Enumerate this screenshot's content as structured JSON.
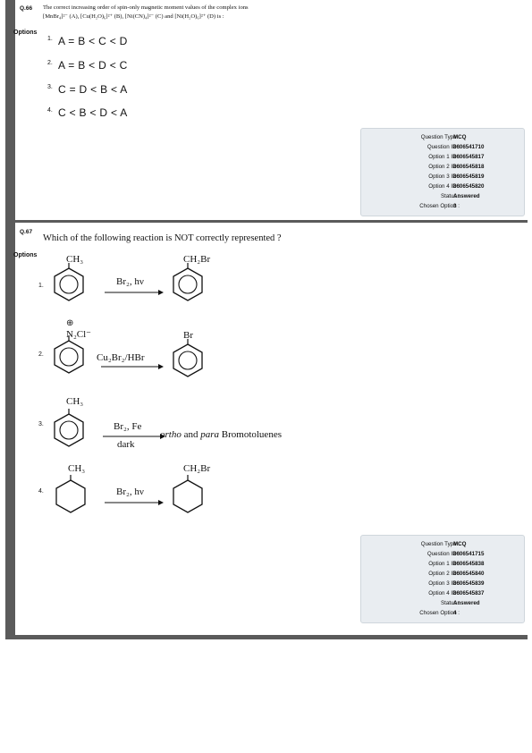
{
  "q66": {
    "number": "Q.66",
    "text_line1": "The correct increasing order of spin-only magnetic moment values of the complex ions",
    "text_line2": "[MnBr₄]²⁻ (A), [Cu(H₂O)₆]²⁺ (B), [Ni(CN)₄]²⁻ (C) and [Ni(H₂O)₆]²⁺ (D) is :",
    "options_label": "Options",
    "options": [
      {
        "num": "1.",
        "text": "A = B < C < D"
      },
      {
        "num": "2.",
        "text": "A = B < D < C"
      },
      {
        "num": "3.",
        "text": "C = D < B < A"
      },
      {
        "num": "4.",
        "text": "C < B < D < A"
      }
    ],
    "info": [
      {
        "key": "Question Type :",
        "value": "MCQ"
      },
      {
        "key": "Question ID :",
        "value": "8606541710"
      },
      {
        "key": "Option 1 ID :",
        "value": "8606545817"
      },
      {
        "key": "Option 2 ID :",
        "value": "8606545818"
      },
      {
        "key": "Option 3 ID :",
        "value": "8606545819"
      },
      {
        "key": "Option 4 ID :",
        "value": "8606545820"
      },
      {
        "key": "Status :",
        "value": "Answered"
      },
      {
        "key": "Chosen Option :",
        "value": "3"
      }
    ]
  },
  "q67": {
    "number": "Q.67",
    "text": "Which of the following reaction is NOT correctly represented ?",
    "options_label": "Options",
    "options": [
      {
        "num": "1.",
        "top_reactant": "CH₃",
        "reagent": "Br₂, hν",
        "reagent2": "",
        "top_product": "CH₂Br",
        "product_text": ""
      },
      {
        "num": "2.",
        "top_reactant": "N₂Cl⁻",
        "charge": "⊕",
        "reagent": "Cu₂Br₂/HBr",
        "reagent2": "",
        "top_product": "Br",
        "product_text": ""
      },
      {
        "num": "3.",
        "top_reactant": "CH₃",
        "reagent": "Br₂, Fe",
        "reagent2": "dark",
        "top_product": "",
        "product_text_1": "ortho",
        "product_text_2": " and ",
        "product_text_3": "para",
        "product_text_4": " Bromotoluenes"
      },
      {
        "num": "4.",
        "top_reactant": "CH₃",
        "reagent": "Br₂, hν",
        "reagent2": "",
        "top_product": "CH₂Br",
        "product_text": ""
      }
    ],
    "info": [
      {
        "key": "Question Type :",
        "value": "MCQ"
      },
      {
        "key": "Question ID :",
        "value": "8606541715"
      },
      {
        "key": "Option 1 ID :",
        "value": "8606545838"
      },
      {
        "key": "Option 2 ID :",
        "value": "8606545840"
      },
      {
        "key": "Option 3 ID :",
        "value": "8606545839"
      },
      {
        "key": "Option 4 ID :",
        "value": "8606545837"
      },
      {
        "key": "Status :",
        "value": "Answered"
      },
      {
        "key": "Chosen Option :",
        "value": "4"
      }
    ]
  }
}
